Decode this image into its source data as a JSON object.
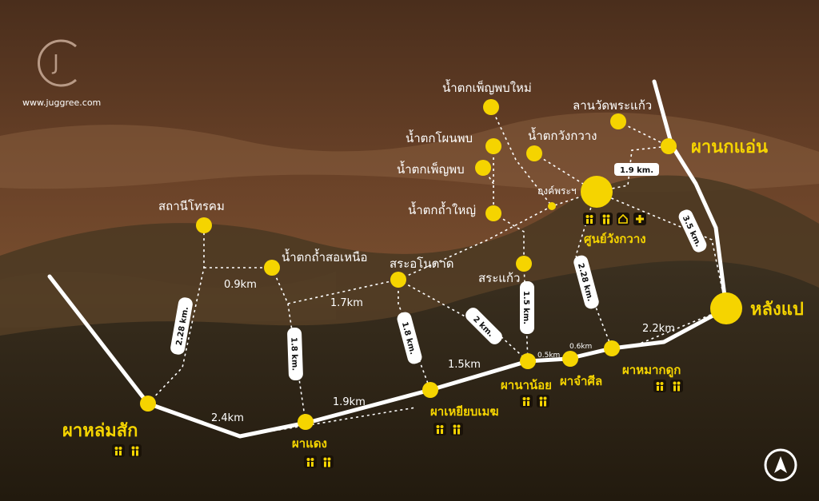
{
  "brand": {
    "logo_letters": "J",
    "url": "www.juggree.com"
  },
  "colors": {
    "accent": "#f5d400",
    "line": "#ffffff",
    "sky_top": "#5a3a24",
    "sky_mid": "#8a5a36",
    "forest": "#2d2416"
  },
  "places": {
    "pha_nok_aen": "ผานกแอ่น",
    "lang_wat_phra_kaeo": "ลานวัดพระแก้ว",
    "nam_tok_phen_phop_mai": "น้ำตกเพ็ญพบใหม่",
    "nam_tok_phon_phop": "น้ำตกโผนพบ",
    "nam_tok_wang_kwang": "น้ำตกวังกวาง",
    "nam_tok_phen_phop": "น้ำตกเพ็ญพบ",
    "ong_phra": "องค์พระฯ",
    "nam_tok_tham_yai": "น้ำตกถ้ำใหญ่",
    "sathani_torakhom": "สถานีโทรคม",
    "nam_tok_tham_so_nuea": "น้ำตกถ้ำสอเหนือ",
    "sa_anodat": "สระอโนดาด",
    "sa_kaeo": "สระแก้ว",
    "sun_wang_kwang": "ศูนย์วังกวาง",
    "lang_paep": "หลังแป",
    "pha_mak_duk": "ผาหมากดูก",
    "pha_cham_sin": "ผาจำศีล",
    "pha_na_noi": "ผานาน้อย",
    "pha_yiap_mek": "ผาเหยียบเมฆ",
    "pha_daeng": "ผาแดง",
    "pha_lom_sak": "ผาหล่มสัก"
  },
  "distances": {
    "d_1_9_km_pill": "1.9 km.",
    "d_3_5_km": "3.5 km.",
    "d_2_28_km_center": "2.28 km.",
    "d_1_5_km_vertical": "1.5 km.",
    "d_2_km": "2 km.",
    "d_1_8_km_right": "1.8 km.",
    "d_1_8_km_left": "1.8 km.",
    "d_2_28_km_left": "2.28 km.",
    "d_0_9km": "0.9km",
    "d_1_7km": "1.7km",
    "d_2_2km": "2.2km",
    "d_1_5km": "1.5km",
    "d_0_5km": "0.5km",
    "d_0_6km": "0.6km",
    "d_1_9km": "1.9km",
    "d_2_4km": "2.4km"
  },
  "facility_icons": {
    "sun_wang_kwang": [
      "toilet-icon",
      "restroom-icon",
      "shelter-icon",
      "first-aid-icon"
    ],
    "pha_mak_duk": [
      "toilet-icon",
      "restroom-icon"
    ],
    "pha_na_noi": [
      "toilet-icon",
      "restroom-icon"
    ],
    "pha_yiap_mek": [
      "toilet-icon",
      "restroom-icon"
    ],
    "pha_daeng": [
      "toilet-icon",
      "restroom-icon"
    ],
    "pha_lom_sak": [
      "toilet-icon",
      "restroom-icon"
    ]
  },
  "compass": {
    "icon": "north-arrow-icon"
  }
}
